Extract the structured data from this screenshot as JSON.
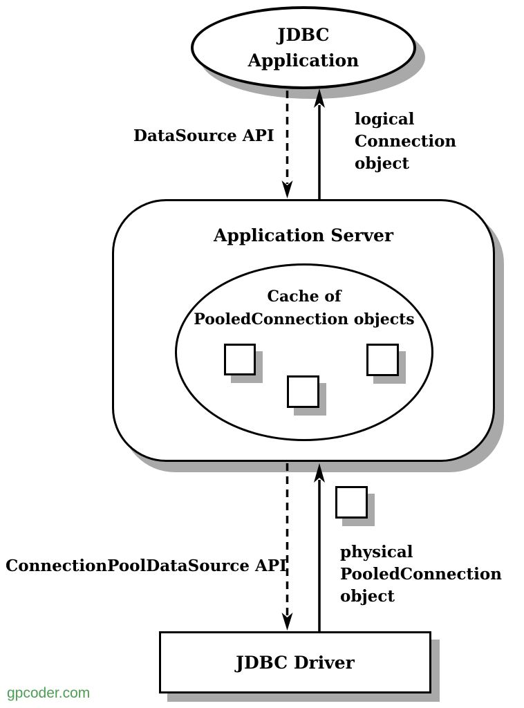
{
  "nodes": {
    "jdbc_application": {
      "line1": "JDBC",
      "line2": "Application"
    },
    "application_server": {
      "title": "Application Server"
    },
    "cache": {
      "line1": "Cache of",
      "line2": "PooledConnection objects"
    },
    "jdbc_driver": {
      "label": "JDBC Driver"
    }
  },
  "edges": {
    "datasource_api": {
      "label": "DataSource API",
      "style": "dashed",
      "direction": "down"
    },
    "logical_connection": {
      "lines": [
        "logical",
        "Connection",
        "object"
      ],
      "style": "solid",
      "direction": "up"
    },
    "connectionpool_api": {
      "label": "ConnectionPoolDataSource API",
      "style": "dashed",
      "direction": "down"
    },
    "physical_connection": {
      "lines": [
        "physical",
        "PooledConnection",
        "object"
      ],
      "style": "solid",
      "direction": "up"
    }
  },
  "pooled_squares": {
    "cache_count": 3,
    "transit_count": 1
  },
  "watermark": {
    "text": "gpcoder.com",
    "color": "#4d9e53"
  },
  "colors": {
    "stroke": "#000000",
    "shadow": "#a9a9a9",
    "background": "#ffffff"
  }
}
